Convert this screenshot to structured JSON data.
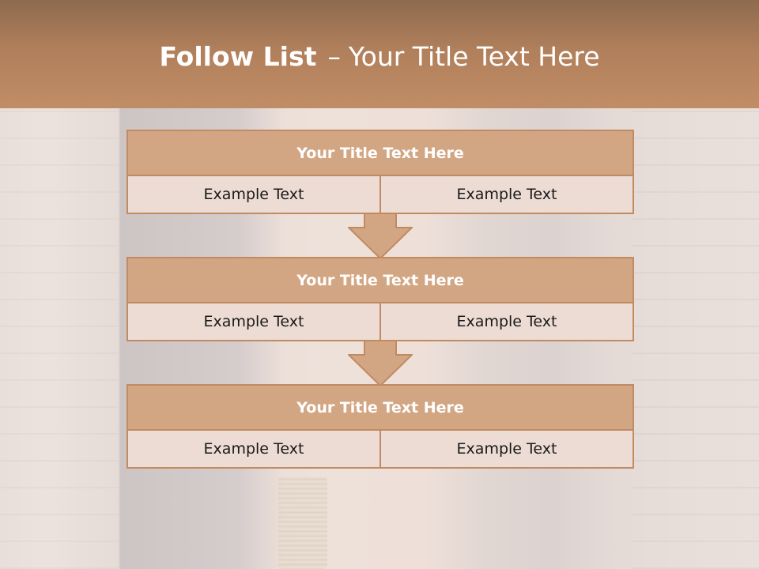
{
  "slide": {
    "title_bold": "Follow List",
    "title_dash": "–",
    "title_rest": "Your Title Text Here"
  },
  "blocks": [
    {
      "title": "Your Title Text Here",
      "left": "Example Text",
      "right": "Example Text"
    },
    {
      "title": "Your Title Text Here",
      "left": "Example Text",
      "right": "Example Text"
    },
    {
      "title": "Your Title Text Here",
      "left": "Example Text",
      "right": "Example Text"
    }
  ],
  "colors": {
    "header": "#b07f5b",
    "box_title_fill": "#d3a683",
    "box_border": "#c08a62",
    "cell_fill": "#eddcd4"
  }
}
